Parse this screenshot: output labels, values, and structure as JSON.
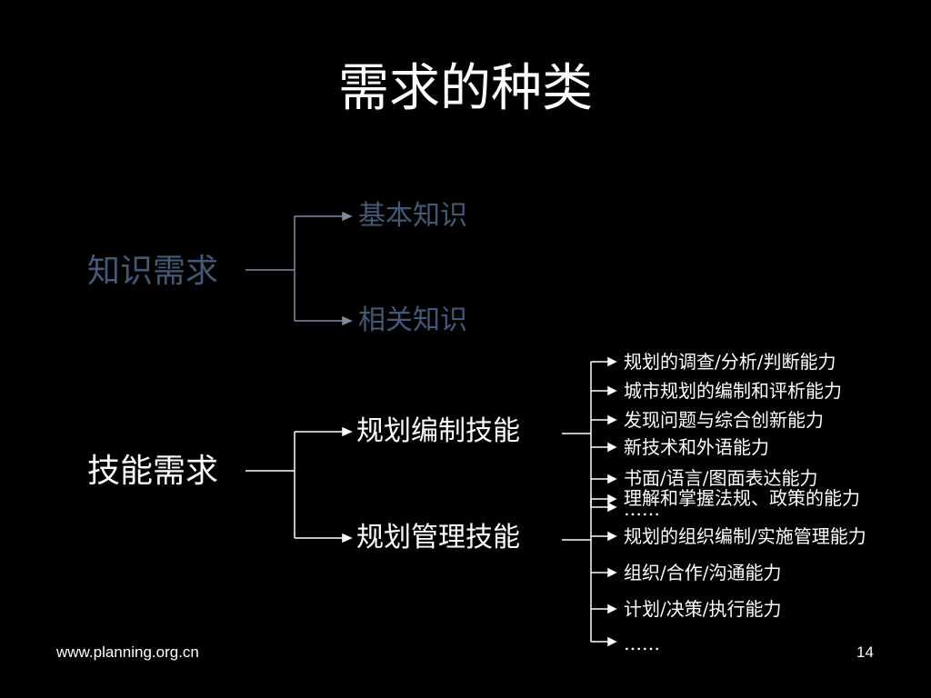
{
  "slide": {
    "title": "需求的种类",
    "footer_url": "www.planning.org.cn",
    "page_number": "14"
  },
  "knowledge": {
    "label": "知识需求",
    "items": [
      "基本知识",
      "相关知识"
    ]
  },
  "skills": {
    "label": "技能需求",
    "planning_compilation": {
      "label": "规划编制技能",
      "items": [
        "规划的调查/分析/判断能力",
        "城市规划的编制和评析能力",
        "发现问题与综合创新能力",
        "新技术和外语能力",
        "书面/语言/图面表达能力",
        "……"
      ]
    },
    "planning_management": {
      "label": "规划管理技能",
      "items": [
        "理解和掌握法规、政策的能力",
        "规划的组织编制/实施管理能力",
        "组织/合作/沟通能力",
        "计划/决策/执行能力",
        "……"
      ]
    }
  },
  "colors": {
    "background": "#000000",
    "text": "#ffffff",
    "dim_text": "#425a78",
    "dim_line": "#7d8ea3"
  }
}
